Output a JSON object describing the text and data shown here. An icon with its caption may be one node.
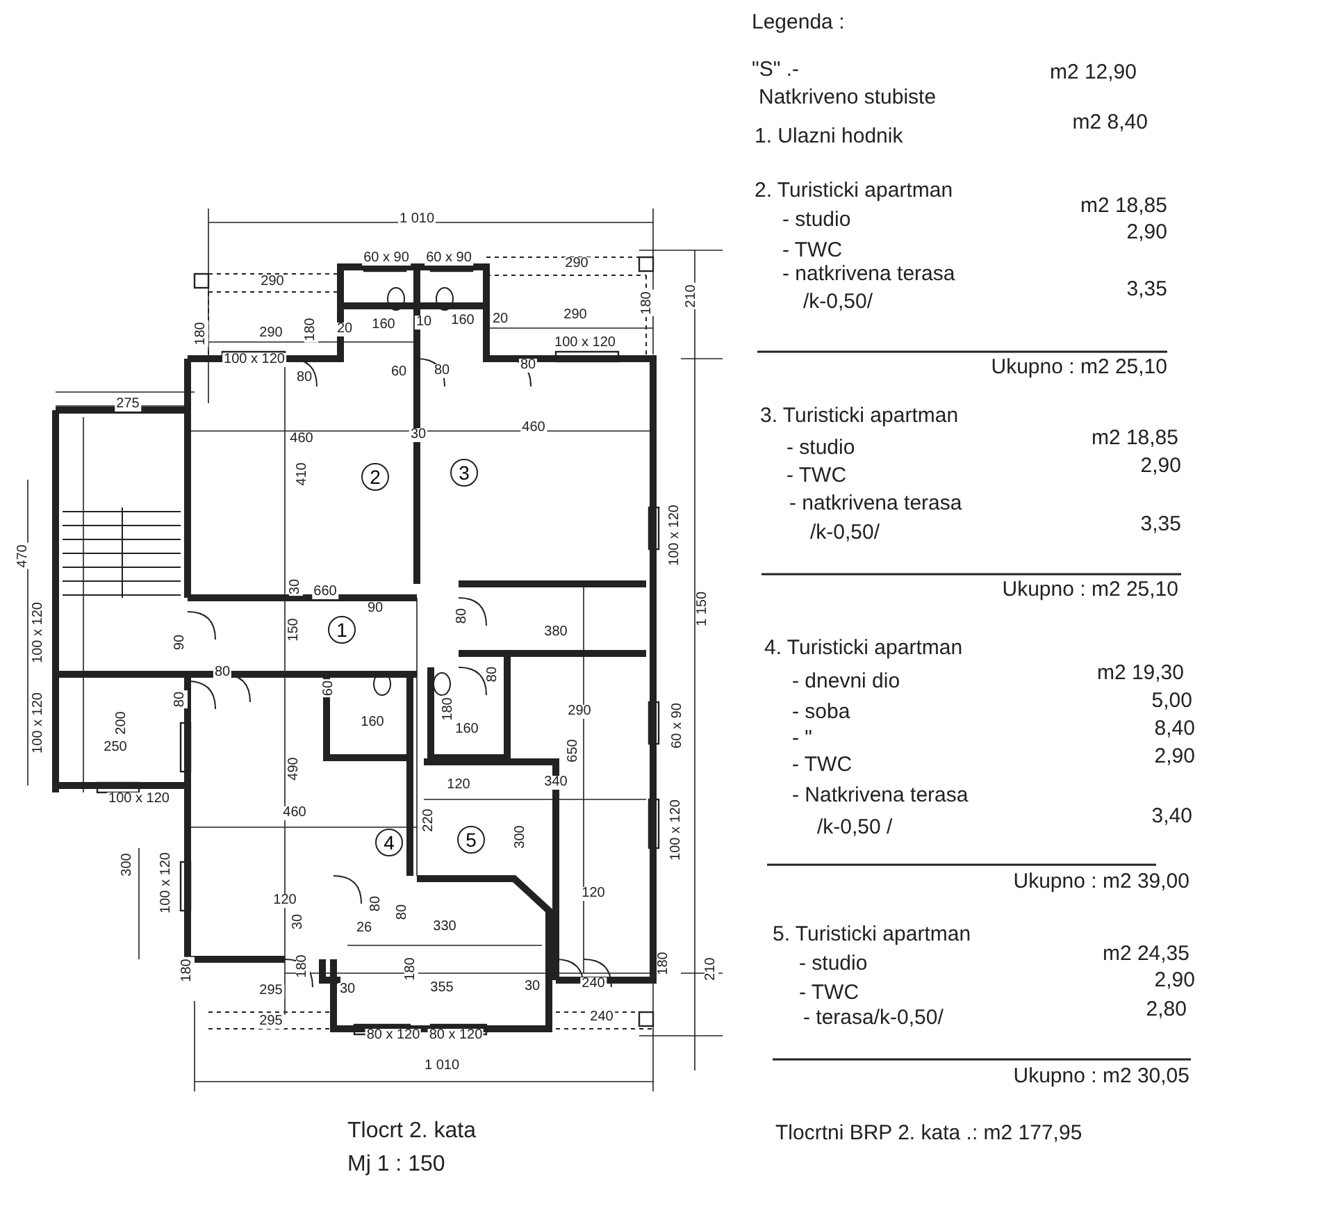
{
  "diagram": {
    "title": "Tlocrt 2. kata",
    "caption": "Mj 1 : 150",
    "nodes": [
      {
        "text": [
          "2"
        ]
      },
      {
        "text": [
          "3"
        ]
      },
      {
        "text": [
          "1"
        ]
      },
      {
        "text": [
          "4"
        ]
      },
      {
        "text": [
          "5"
        ]
      }
    ],
    "labels": [
      "1 010",
      "60 x 90",
      "60 x 90",
      "290",
      "290",
      "180",
      "180",
      "210",
      "290",
      "20",
      "180",
      "160",
      "10",
      "160",
      "20",
      "290",
      "100 x 120",
      "100 x 120",
      "80",
      "60",
      "80",
      "80",
      "275",
      "460",
      "30",
      "460",
      "410",
      "470",
      "100 x 120",
      "30",
      "660",
      "90",
      "100 x 120",
      "90",
      "150",
      "80",
      "380",
      "1 150",
      "80",
      "80",
      "60",
      "80",
      "100 x 120",
      "200",
      "250",
      "160",
      "180",
      "160",
      "290",
      "650",
      "60 x 90",
      "100 x 120",
      "120",
      "340",
      "490",
      "460",
      "220",
      "300",
      "100 x 120",
      "300",
      "100 x 120",
      "120",
      "120",
      "80",
      "80",
      "26",
      "330",
      "30",
      "180",
      "180",
      "180",
      "180",
      "210",
      "295",
      "30",
      "355",
      "30",
      "240",
      "295",
      "240",
      "80 x 120",
      "80 x 120",
      "1 010",
      "Legenda :",
      "\"S\" .-",
      "Natkriveno stubiste",
      "m2 12,90",
      "1. Ulazni hodnik",
      "m2 8,40",
      "2. Turisticki apartman",
      "- studio",
      "m2 18,85",
      "- TWC",
      "2,90",
      "- natkrivena terasa",
      "/k-0,50/",
      "3,35",
      "Ukupno : m2 25,10",
      "3. Turisticki apartman",
      "- studio",
      "m2 18,85",
      "- TWC",
      "2,90",
      "- natkrivena terasa",
      "/k-0,50/",
      "3,35",
      "Ukupno : m2 25,10",
      "4. Turisticki apartman",
      "- dnevni dio",
      "m2 19,30",
      "- soba",
      "5,00",
      "- \"",
      "8,40",
      "- TWC",
      "2,90",
      "- Natkrivena terasa",
      "/k-0,50 /",
      "3,40",
      "Ukupno : m2 39,00",
      "5. Turisticki apartman",
      "- studio",
      "m2 24,35",
      "- TWC",
      "2,90",
      "- terasa/k-0,50/",
      "2,80",
      "Ukupno : m2 30,05",
      "Tlocrtni BRP 2. kata .: m2 177,95"
    ]
  }
}
